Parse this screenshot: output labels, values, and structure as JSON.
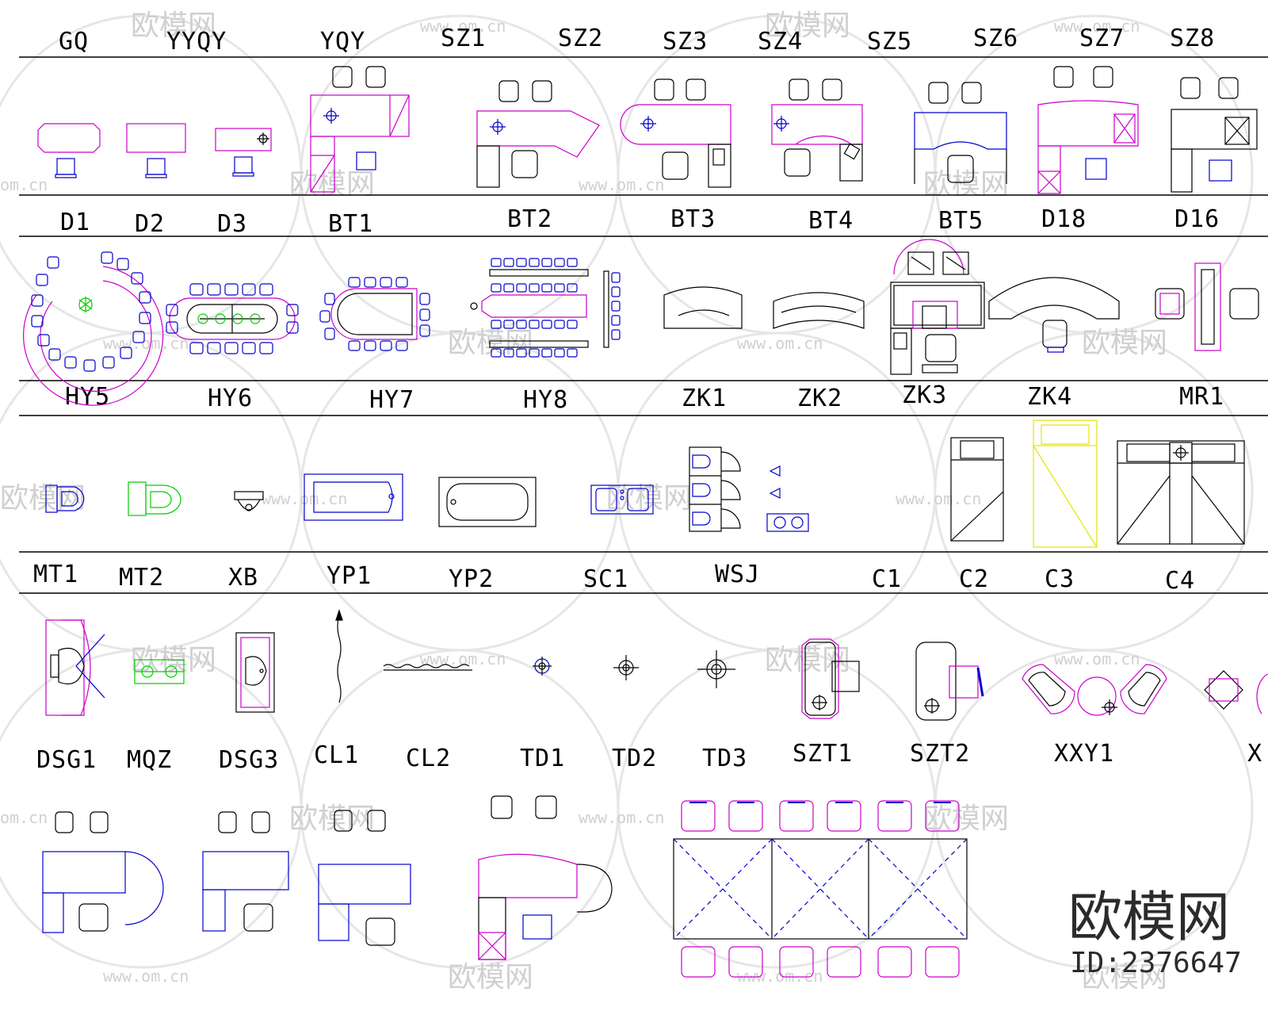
{
  "colors": {
    "line": "#000000",
    "blue": "#0000cc",
    "magenta": "#cc00cc",
    "green": "#00cc00",
    "yellow": "#e6e600",
    "watermark": "#cfcfcf",
    "brand": "#2b2b2b"
  },
  "top_row_labels": [
    "GQ",
    "YYQY",
    "YQY",
    "SZ1",
    "SZ2",
    "SZ3",
    "SZ4",
    "SZ5",
    "SZ6",
    "SZ7",
    "SZ8"
  ],
  "sections": [
    {
      "labels": [
        "D1",
        "D2",
        "D3",
        "BT1",
        "BT2",
        "BT3",
        "BT4",
        "BT5",
        "D18",
        "D16"
      ]
    },
    {
      "labels": [
        "HY5",
        "HY6",
        "HY7",
        "HY8",
        "ZK1",
        "ZK2",
        "ZK3",
        "ZK4",
        "MR1"
      ]
    },
    {
      "labels": [
        "MT1",
        "MT2",
        "XB",
        "YP1",
        "YP2",
        "SC1",
        "WSJ",
        "C1",
        "C2",
        "C3",
        "C4"
      ]
    },
    {
      "labels": [
        "DSG1",
        "MQZ",
        "DSG3",
        "CL1",
        "CL2",
        "TD1",
        "TD2",
        "TD3",
        "SZT1",
        "SZT2",
        "XXY1",
        "X"
      ]
    }
  ],
  "watermark": {
    "brand_cn": "欧模网",
    "url": "www.om.cn",
    "url_fragment": "om.cn",
    "id": "ID:2376647"
  }
}
